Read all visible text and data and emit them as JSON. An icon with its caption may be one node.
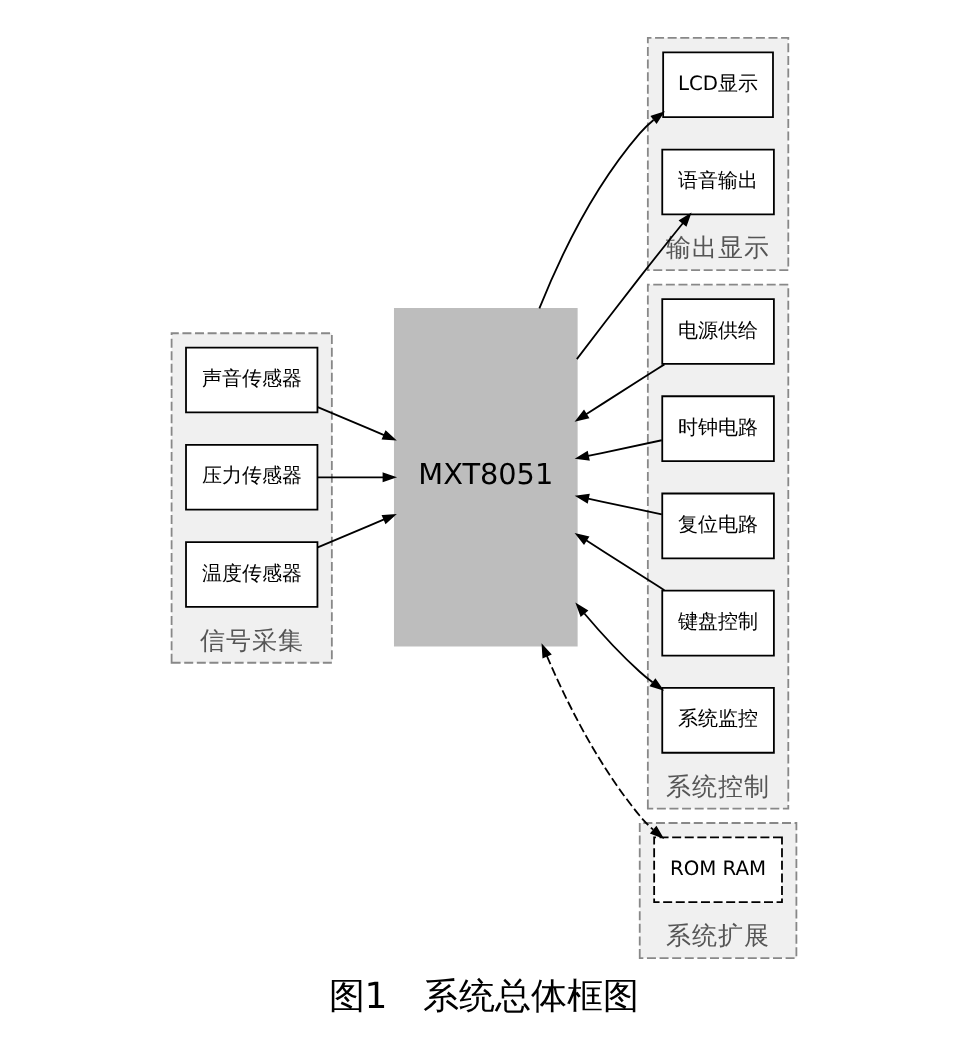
{
  "diagram": {
    "caption": "图1　系统总体框图",
    "nodes": [
      {
        "text": [
          "输出显示"
        ]
      },
      {
        "text": [
          "LCD显示"
        ],
        "in": 0
      },
      {
        "text": [
          "语音输出"
        ],
        "in": 0
      },
      {
        "text": [
          "信号采集"
        ]
      },
      {
        "text": [
          "声音传感器"
        ],
        "in": 3
      },
      {
        "text": [
          "压力传感器"
        ],
        "in": 3
      },
      {
        "text": [
          "温度传感器"
        ],
        "in": 3
      },
      {
        "text": [
          "MXT8051"
        ]
      },
      {
        "text": [
          "系统控制"
        ]
      },
      {
        "text": [
          "电源供给"
        ],
        "in": 8
      },
      {
        "text": [
          "时钟电路"
        ],
        "in": 8
      },
      {
        "text": [
          "复位电路"
        ],
        "in": 8
      },
      {
        "text": [
          "键盘控制"
        ],
        "in": 8
      },
      {
        "text": [
          "系统监控"
        ],
        "in": 8
      },
      {
        "text": [
          "系统扩展"
        ]
      },
      {
        "text": [
          "ROM RAM"
        ],
        "in": 14
      }
    ],
    "edges": [
      {
        "from": 7,
        "to": 1,
        "arrow": "to"
      },
      {
        "from": 7,
        "to": 2,
        "arrow": "to"
      },
      {
        "from": 4,
        "to": 7,
        "arrow": "to"
      },
      {
        "from": 5,
        "to": 7,
        "arrow": "to"
      },
      {
        "from": 6,
        "to": 7,
        "arrow": "to"
      },
      {
        "from": 9,
        "to": 7,
        "arrow": "to"
      },
      {
        "from": 10,
        "to": 7,
        "arrow": "to"
      },
      {
        "from": 11,
        "to": 7,
        "arrow": "to"
      },
      {
        "from": 12,
        "to": 7,
        "arrow": "to"
      },
      {
        "from": 13,
        "to": 7,
        "arrow": "both"
      },
      {
        "from": 7,
        "to": 15,
        "arrow": "both",
        "style": "dashed"
      }
    ]
  }
}
